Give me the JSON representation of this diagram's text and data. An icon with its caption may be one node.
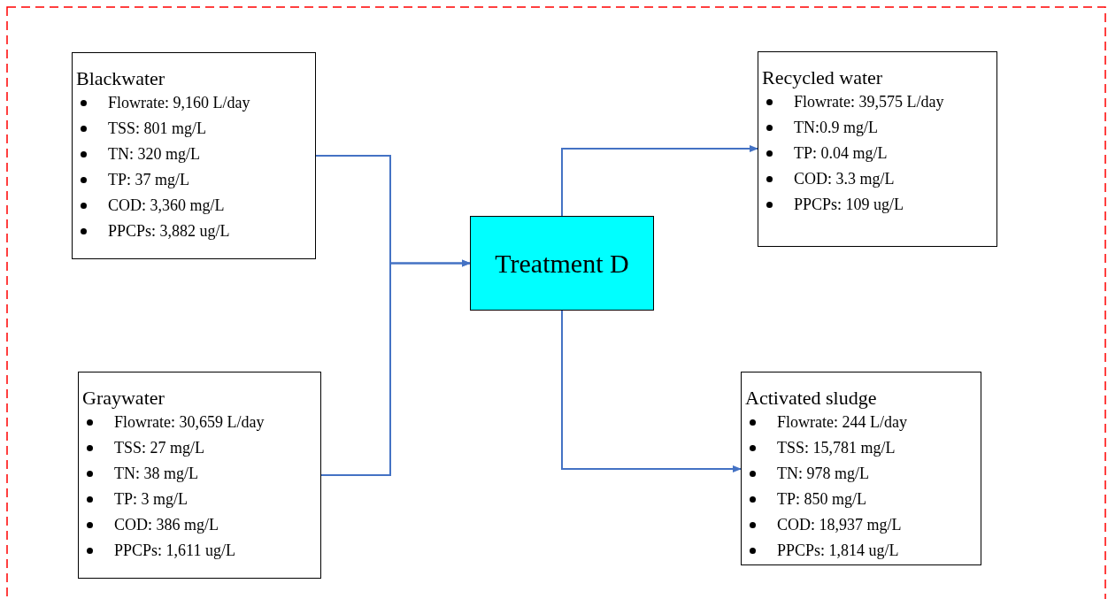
{
  "diagram": {
    "nodes": [
      {
        "text": [
          "Blackwater",
          "Flowrate: 9,160 L/day",
          "TSS: 801 mg/L",
          "TN: 320 mg/L",
          "TP: 37 mg/L",
          "COD: 3,360 mg/L",
          "PPCPs: 3,882 ug/L"
        ]
      },
      {
        "text": [
          "Graywater",
          "Flowrate: 30,659 L/day",
          "TSS: 27 mg/L",
          "TN: 38 mg/L",
          "TP: 3 mg/L",
          "COD: 386 mg/L",
          "PPCPs: 1,611 ug/L"
        ]
      },
      {
        "text": [
          "Treatment D"
        ]
      },
      {
        "text": [
          "Recycled water",
          "Flowrate: 39,575 L/day",
          "TN:0.9 mg/L",
          "TP: 0.04 mg/L",
          "COD: 3.3 mg/L",
          "PPCPs: 109 ug/L"
        ]
      },
      {
        "text": [
          "Activated sludge",
          "Flowrate: 244 L/day",
          "TSS: 15,781 mg/L",
          "TN: 978 mg/L",
          "TP: 850 mg/L",
          "COD: 18,937 mg/L",
          "PPCPs: 1,814 ug/L"
        ]
      }
    ],
    "edges": [
      {
        "from": 0,
        "to": 2,
        "arrow": "to"
      },
      {
        "from": 1,
        "to": 2,
        "arrow": "to"
      },
      {
        "from": 2,
        "to": 3,
        "arrow": "to"
      },
      {
        "from": 2,
        "to": 4,
        "arrow": "to"
      }
    ]
  }
}
